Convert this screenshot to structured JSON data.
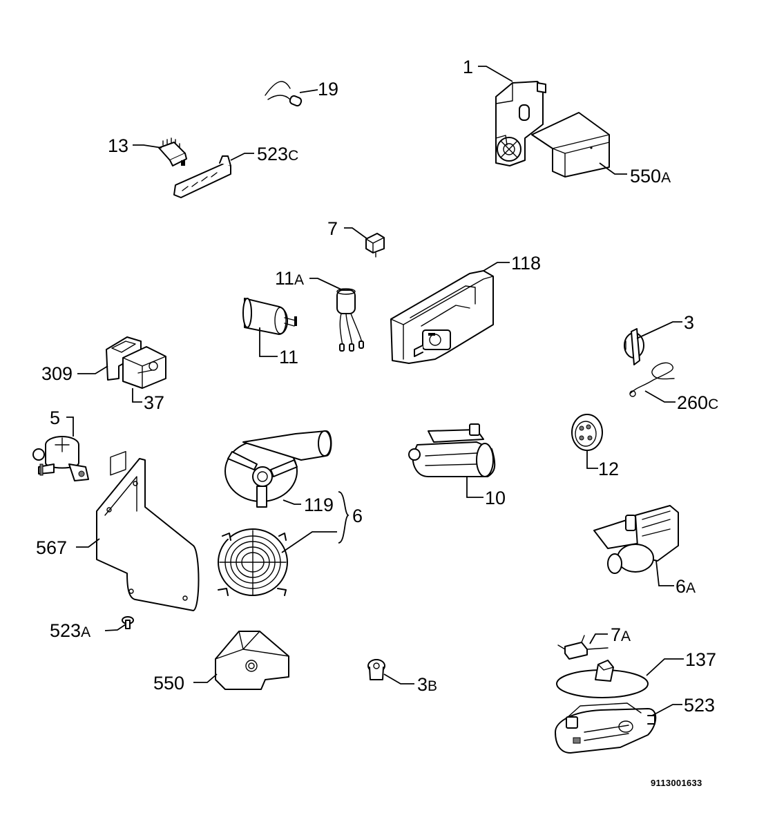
{
  "document_code": "9113001633",
  "callouts": {
    "c1": "1",
    "c550A": "550",
    "c550A_suffix": "A",
    "c19": "19",
    "c13": "13",
    "c523C": "523",
    "c523C_suffix": "C",
    "c7": "7",
    "c118": "118",
    "c11A": "11",
    "c11A_suffix": "A",
    "c11": "11",
    "c3": "3",
    "c309": "309",
    "c37": "37",
    "c260C": "260",
    "c260C_suffix": "C",
    "c5": "5",
    "c12": "12",
    "c119": "119",
    "c6": "6",
    "c10": "10",
    "c567": "567",
    "c6A": "6",
    "c6A_suffix": "A",
    "c523A": "523",
    "c523A_suffix": "A",
    "c7A": "7",
    "c7A_suffix": "A",
    "c137": "137",
    "c550": "550",
    "c3B": "3",
    "c3B_suffix": "B",
    "c523": "523"
  }
}
